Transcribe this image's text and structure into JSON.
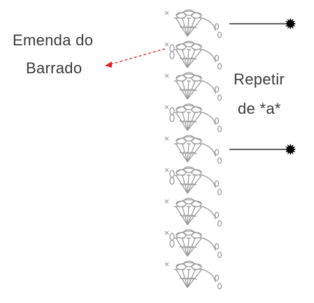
{
  "labels": {
    "emenda_line1": "Emenda do",
    "emenda_line2": "Barrado",
    "repetir_line1": "Repetir",
    "repetir_line2": "de *a*"
  },
  "markers": {
    "star_glyph": "✹"
  },
  "colors": {
    "stitch_stroke": "#9a9a9a",
    "text": "#3a3a3a",
    "pointer_arrow": "#e02020",
    "marker_line": "#000000"
  },
  "pattern": {
    "repeats": 9,
    "stitch_symbols": [
      "chain-oval",
      "single-crochet-x",
      "double-crochet-fan",
      "picot"
    ]
  }
}
